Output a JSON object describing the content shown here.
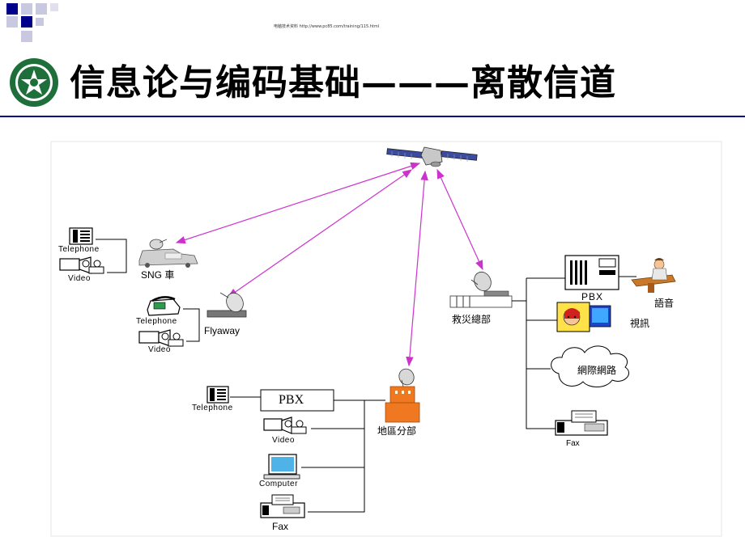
{
  "header": {
    "source_url": "电脑技术资料 http://www.pc85.com/training/115.html",
    "title": "信息论与编码基础———离散信道"
  },
  "diagram": {
    "left_stations": {
      "sng": {
        "telephone": "Telephone",
        "video": "Video",
        "name": "SNG 車"
      },
      "flyaway": {
        "telephone": "Telephone",
        "video": "Video",
        "name": "Flyaway"
      }
    },
    "branch": {
      "telephone": "Telephone",
      "pbx": "PBX",
      "video": "Video",
      "computer": "Computer",
      "fax": "Fax",
      "name": "地區分部"
    },
    "hq": {
      "name": "救災總部",
      "pbx": "PBX",
      "voice": "語音",
      "video_conf": "視訊",
      "internet": "網際網路",
      "fax": "Fax"
    }
  },
  "colors": {
    "accent": "#00008b",
    "arrow": "#cc33cc",
    "deco_dark": "#00008b",
    "deco_light": "#b8b8d8"
  }
}
